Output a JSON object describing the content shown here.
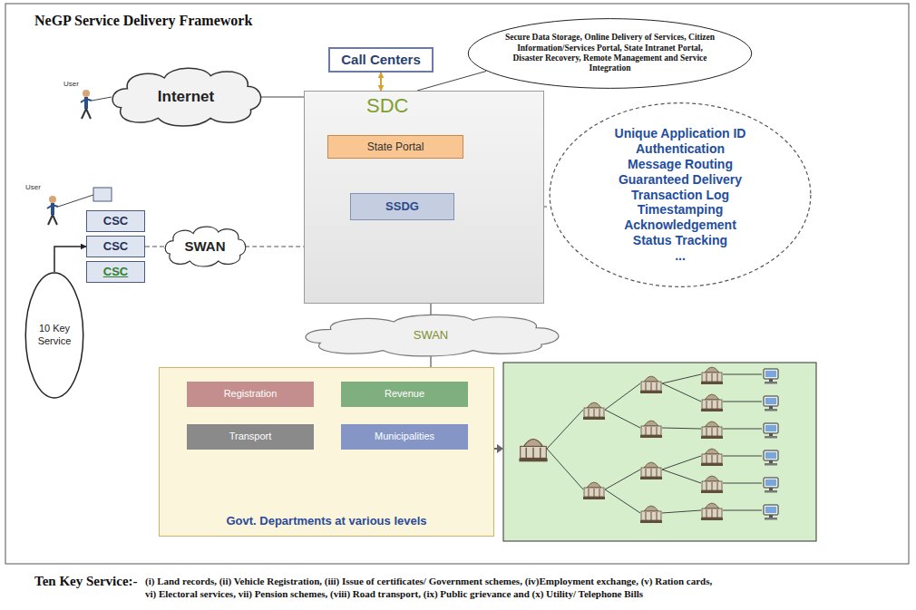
{
  "diagram": {
    "title": "NeGP Service Delivery Framework",
    "nodes": [
      {
        "text": [
          "Call Centers"
        ]
      },
      {
        "text": [
          "Secure Data Storage, Online Delivery of Services, Citizen Information/Services Portal, State Intranet Portal, Disaster Recovery, Remote Management and Service Integration"
        ]
      },
      {
        "text": [
          "Internet"
        ]
      },
      {
        "text": [
          "SDC"
        ]
      },
      {
        "text": [
          "State Portal"
        ],
        "in": 3
      },
      {
        "text": [
          "SSDG"
        ],
        "in": 3
      },
      {
        "text": [
          "Unique Application ID",
          "Authentication",
          "Message Routing",
          "Guaranteed Delivery",
          "Transaction Log",
          "Timestamping",
          "Acknowledgement",
          "Status Tracking",
          "..."
        ]
      },
      {
        "text": [
          "CSC"
        ]
      },
      {
        "text": [
          "CSC"
        ]
      },
      {
        "text": [
          "SWAN"
        ]
      },
      {
        "text": [
          "CSC"
        ]
      },
      {
        "text": [
          "10 Key Service"
        ]
      },
      {
        "text": [
          "SWAN"
        ]
      },
      {
        "text": [
          "Govt. Departments at various levels"
        ]
      },
      {
        "text": [
          "Registration"
        ],
        "in": 13
      },
      {
        "text": [
          "Revenue"
        ],
        "in": 13
      },
      {
        "text": [
          "Transport"
        ],
        "in": 13
      },
      {
        "text": [
          "Municipalities"
        ],
        "in": 13
      }
    ],
    "edges": [
      {
        "from": 0,
        "to": 3,
        "arrow": "both"
      },
      {
        "from": 3,
        "to": 1,
        "arrow": "none"
      },
      {
        "from": 2,
        "to": 3,
        "arrow": "none"
      },
      {
        "from": 8,
        "to": 9,
        "arrow": "none"
      },
      {
        "from": 9,
        "to": 3,
        "arrow": "none"
      },
      {
        "from": 5,
        "to": 6,
        "arrow": "none"
      },
      {
        "from": 11,
        "to": 8,
        "arrow": "to"
      },
      {
        "from": 3,
        "to": 12,
        "arrow": "none"
      },
      {
        "from": 12,
        "to": 13,
        "arrow": "none"
      }
    ],
    "labels": [
      "User",
      "User",
      "Ten Key Service:-",
      "(i) Land records, (ii) Vehicle Registration, (iii) Issue of certificates/ Government schemes, (iv)Employment exchange, (v) Ration cards, vi) Electoral services, vii) Pension schemes, (viii) Road transport, (ix) Public grievance and (x) Utility/ Telephone Bills"
    ]
  }
}
